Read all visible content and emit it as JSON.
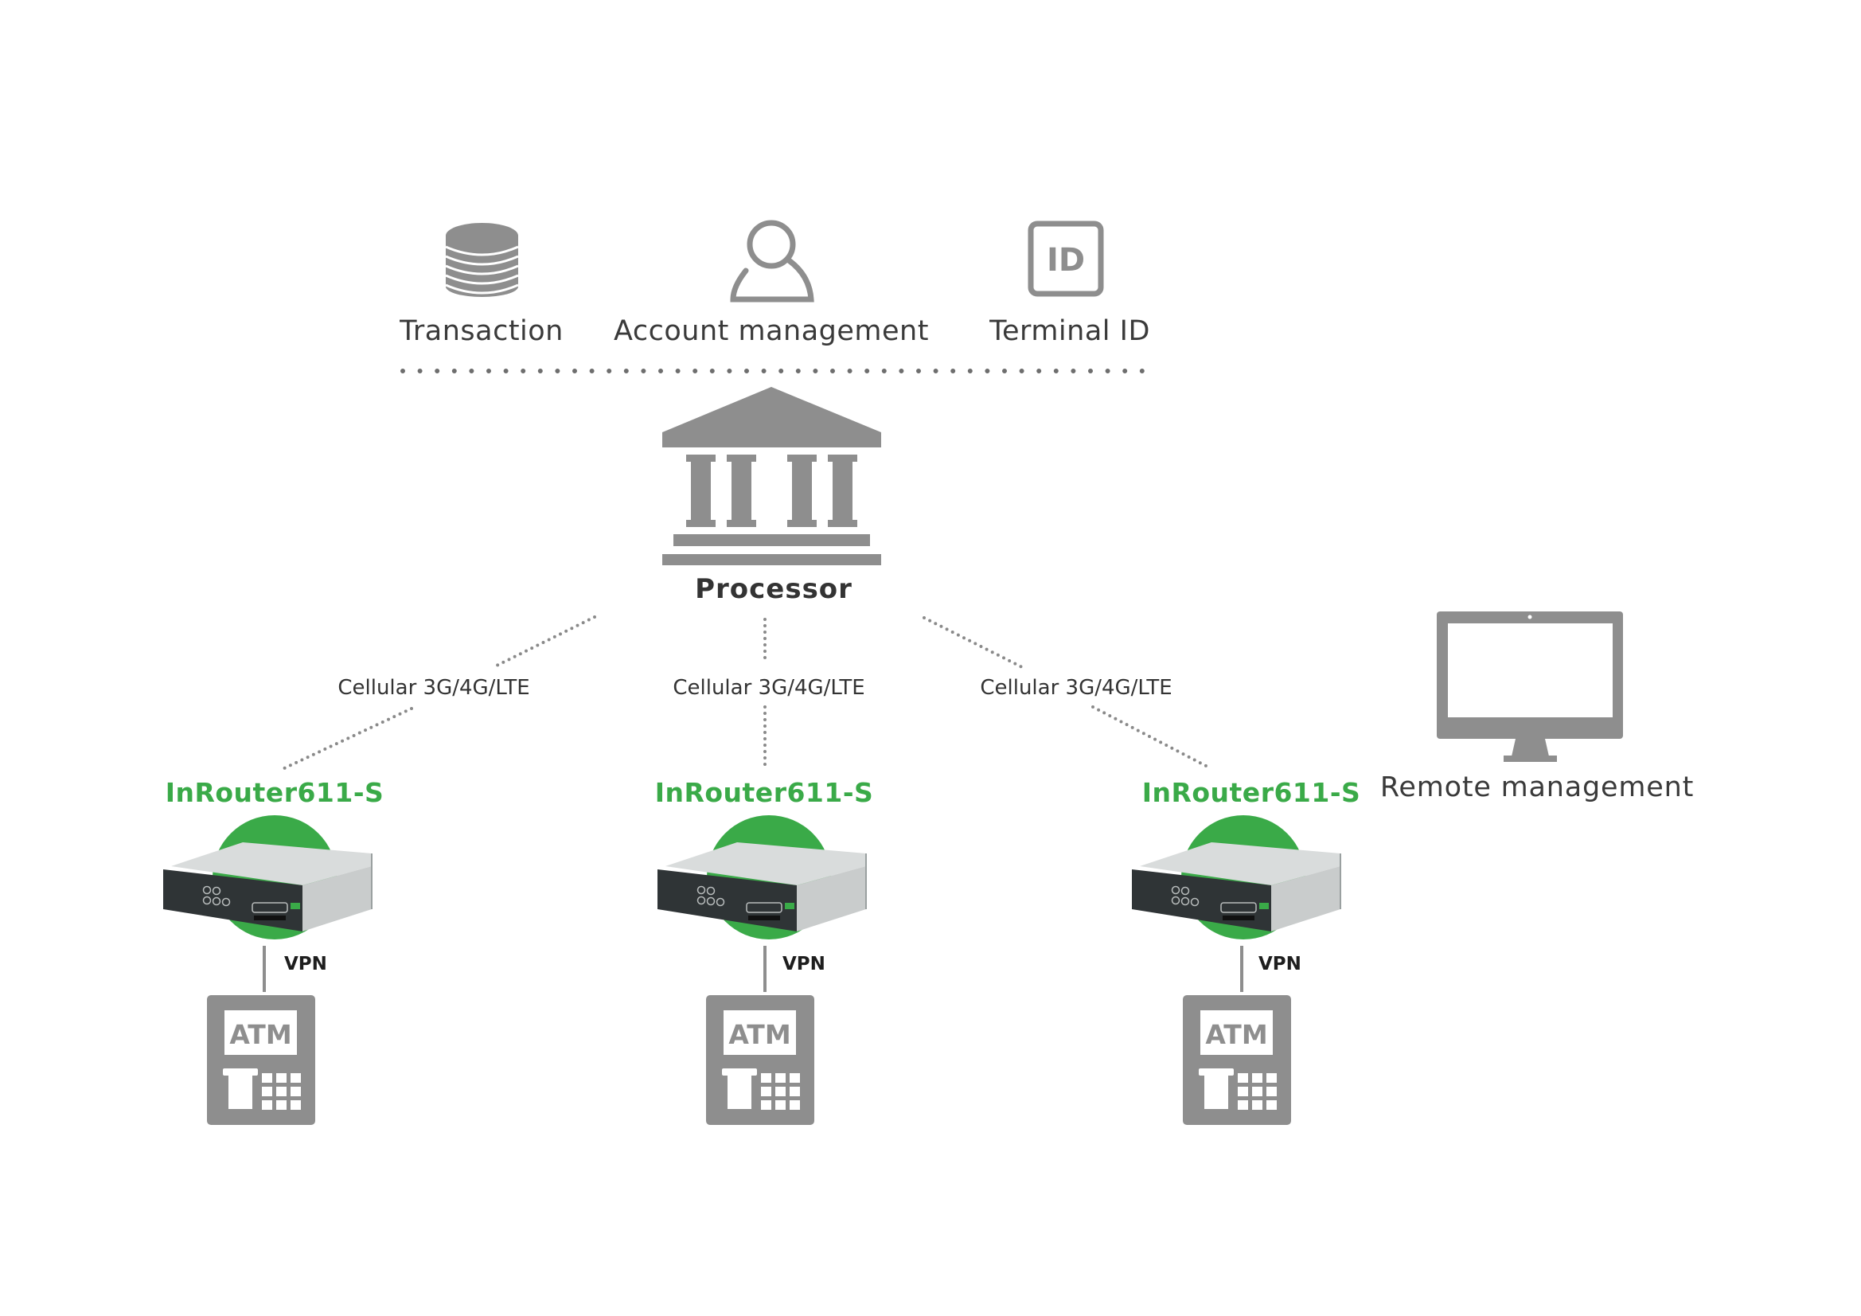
{
  "diagram": {
    "top_services": [
      {
        "label": "Transaction",
        "icon": "database-icon"
      },
      {
        "label": "Account management",
        "icon": "user-icon"
      },
      {
        "label": "Terminal ID",
        "icon": "id-card-icon",
        "icon_text": "ID"
      }
    ],
    "processor": {
      "label": "Processor",
      "icon": "bank-building-icon"
    },
    "links": [
      {
        "label": "Cellular 3G/4G/LTE"
      },
      {
        "label": "Cellular 3G/4G/LTE"
      },
      {
        "label": "Cellular 3G/4G/LTE"
      }
    ],
    "sites": [
      {
        "router": "InRouter611-S",
        "tunnel": "VPN",
        "terminal": "ATM"
      },
      {
        "router": "InRouter611-S",
        "tunnel": "VPN",
        "terminal": "ATM"
      },
      {
        "router": "InRouter611-S",
        "tunnel": "VPN",
        "terminal": "ATM"
      }
    ],
    "remote": {
      "label": "Remote management",
      "icon": "monitor-icon"
    },
    "colors": {
      "icon_gray": "#8e8e8e",
      "accent_green": "#3aaa48",
      "text_dark": "#333333"
    }
  }
}
